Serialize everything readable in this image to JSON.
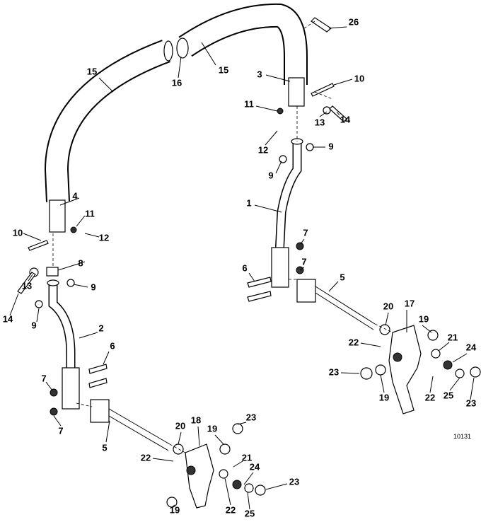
{
  "figure_id": "10131",
  "callouts": {
    "c1": "1",
    "c2": "2",
    "c3": "3",
    "c4": "4",
    "c5": "5",
    "c6": "6",
    "c7": "7",
    "c8": "8",
    "c9": "9",
    "c10": "10",
    "c11": "11",
    "c12": "12",
    "c13": "13",
    "c14": "14",
    "c15": "15",
    "c16": "16",
    "c17": "17",
    "c18": "18",
    "c19": "19",
    "c20": "20",
    "c21": "21",
    "c22": "22",
    "c23": "23",
    "c24": "24",
    "c25": "25",
    "c26": "26"
  }
}
